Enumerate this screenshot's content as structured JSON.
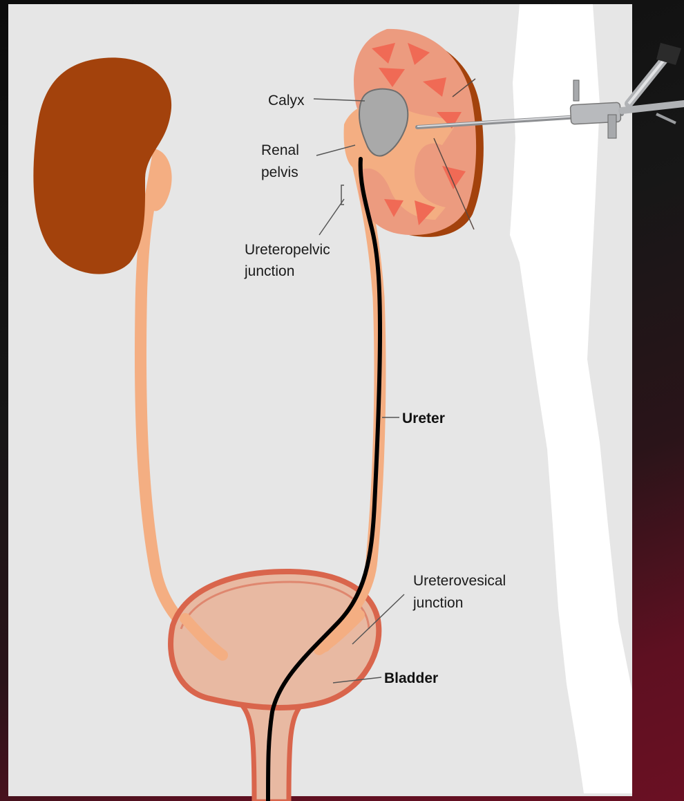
{
  "diagram": {
    "labels": {
      "calyx": "Calyx",
      "renal_pelvis_line1": "Renal",
      "renal_pelvis_line2": "pelvis",
      "upj_line1": "Ureteropelvic",
      "upj_line2": "junction",
      "ureter": "Ureter",
      "uvj_line1": "Ureterovesical",
      "uvj_line2": "junction",
      "bladder": "Bladder"
    },
    "colors": {
      "panel": "#e6e6e6",
      "kidney_dark": "#a3420c",
      "kidney_cortex": "#ec9b7f",
      "ureter": "#f4ae82",
      "bladder_fill": "#e8b9a2",
      "bladder_wall": "#d9654c",
      "pyramid": "#f06a55",
      "stone": "#a9a9a9",
      "guidewire": "#000000"
    },
    "icons": [
      "kidney-stone-icon",
      "nephroscope-icon",
      "guidewire-icon"
    ]
  }
}
